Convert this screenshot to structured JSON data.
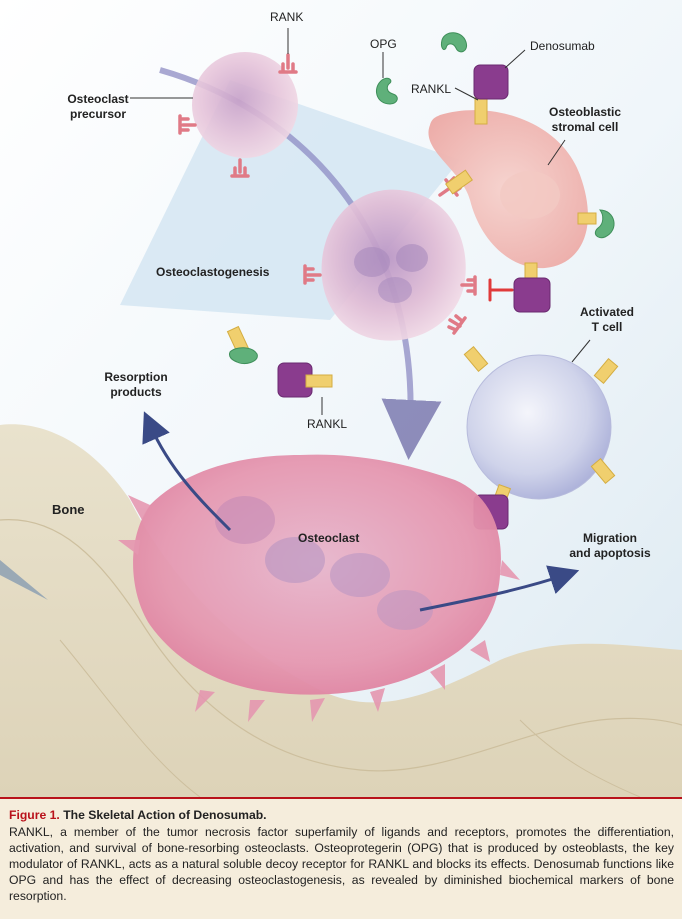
{
  "labels": {
    "rank_top": "RANK",
    "opg": "OPG",
    "denosumab": "Denosumab",
    "rankl_top": "RANKL",
    "osteoclast_precursor_1": "Osteoclast",
    "osteoclast_precursor_2": "precursor",
    "osteoblastic_1": "Osteoblastic",
    "osteoblastic_2": "stromal cell",
    "osteoclastogenesis": "Osteoclastogenesis",
    "activated_1": "Activated",
    "activated_2": "T cell",
    "resorption_1": "Resorption",
    "resorption_2": "products",
    "rankl_bottom": "RANKL",
    "bone": "Bone",
    "osteoclast": "Osteoclast",
    "migration_1": "Migration",
    "migration_2": "and apoptosis"
  },
  "caption": {
    "figure_number": "Figure 1.",
    "title": "The Skeletal Action of Denosumab.",
    "body": "RANKL, a member of the tumor necrosis factor superfamily of ligands and receptors, promotes the differentiation, activation, and survival of bone-resorbing osteoclasts. Osteoprotegerin (OPG) that is produced by osteoblasts, the key modulator of RANKL, acts as a natural soluble decoy receptor for RANKL and blocks its effects. Denosumab functions like OPG and has the effect of decreasing osteoclastogenesis, as revealed by diminished biochemical markers of bone resorption."
  },
  "colors": {
    "rank_receptor": "#e07a86",
    "rankl": "#f0cf6e",
    "denosumab": "#8a3c8e",
    "opg": "#5fb07a",
    "osteoclast": "#e9a2b7",
    "t_cell": "#c6cbe6",
    "bone": "#e4dcc6",
    "caption_accent": "#b9121b",
    "caption_bg": "#f5eddc"
  }
}
